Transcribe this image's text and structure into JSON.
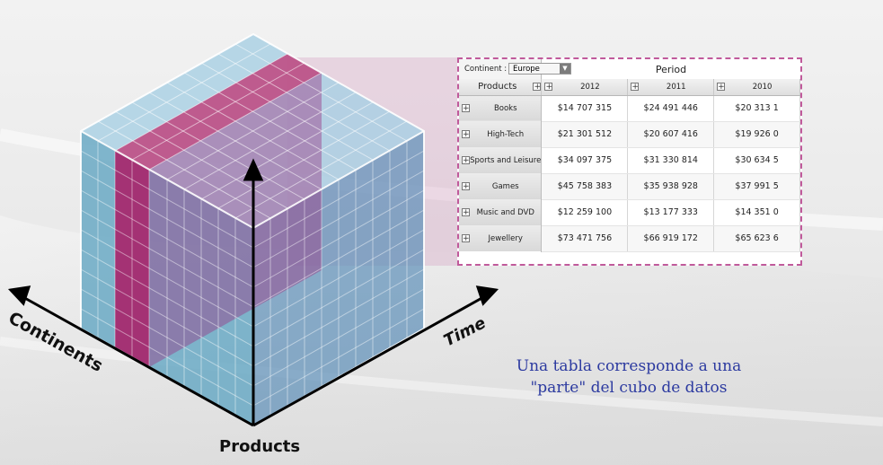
{
  "diagram": {
    "axes": {
      "continents": "Continents",
      "time": "Time",
      "products": "Products"
    },
    "caption_line1": "Una tabla corresponde a una",
    "caption_line2": "\"parte\" del cubo de datos"
  },
  "pivot": {
    "continent_label": "Continent :",
    "continent_value": "Europe",
    "period_label": "Period",
    "products_header": "Products",
    "years": [
      "2012",
      "2011",
      "2010"
    ],
    "rows": [
      {
        "label": "Books",
        "values": [
          "$14 707 315",
          "$24 491 446",
          "$20 313 1"
        ]
      },
      {
        "label": "High-Tech",
        "values": [
          "$21 301 512",
          "$20 607 416",
          "$19 926 0"
        ]
      },
      {
        "label": "Sports and Leisure",
        "values": [
          "$34 097 375",
          "$31 330 814",
          "$30 634 5"
        ]
      },
      {
        "label": "Games",
        "values": [
          "$45 758 383",
          "$35 938 928",
          "$37 991 5"
        ]
      },
      {
        "label": "Music and DVD",
        "values": [
          "$12 259 100",
          "$13 177 333",
          "$14 351 0"
        ]
      },
      {
        "label": "Jewellery",
        "values": [
          "$73 471 756",
          "$66 919 172",
          "$65 623 6"
        ]
      }
    ]
  },
  "colors": {
    "cube_blue": "#6aa9c4",
    "slice_magenta": "#a8246a",
    "highlight_pink": "#c05a9b",
    "caption_blue": "#2c3aa0"
  }
}
